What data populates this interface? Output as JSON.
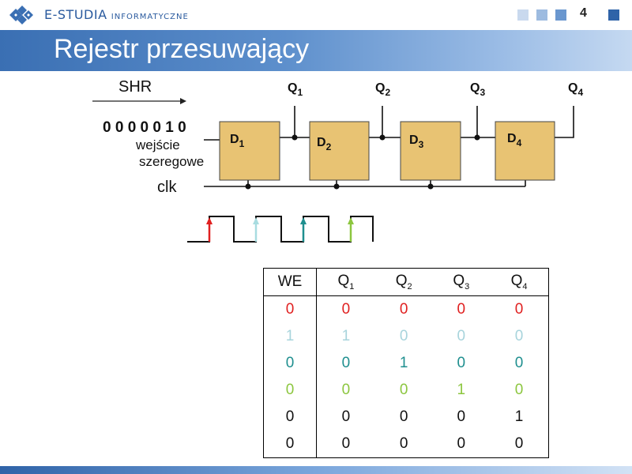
{
  "header": {
    "brand_main": "E-STUDIA",
    "brand_sub": "INFORMATYCZNE",
    "page_number": "4",
    "squares": [
      "#c9d9ee",
      "#9dbbe0",
      "#6a97cf",
      "#2f63a8"
    ]
  },
  "title": "Rejestr przesuwający",
  "diagram": {
    "shr_label": "SHR",
    "input_bits": "0 0 0 0 0 1 0",
    "input_label_1": "wejście",
    "input_label_2": "szeregowe",
    "clk_label": "clk",
    "flipflops": [
      {
        "name": "D",
        "index": "1"
      },
      {
        "name": "D",
        "index": "2"
      },
      {
        "name": "D",
        "index": "3"
      },
      {
        "name": "D",
        "index": "4"
      }
    ],
    "outputs": [
      {
        "name": "Q",
        "index": "1"
      },
      {
        "name": "Q",
        "index": "2"
      },
      {
        "name": "Q",
        "index": "3"
      },
      {
        "name": "Q",
        "index": "4"
      }
    ],
    "clock_arrow_colors": [
      "#e02020",
      "#a8dce0",
      "#1f8f8f",
      "#8cc63f"
    ]
  },
  "table": {
    "headers": [
      {
        "name": "WE",
        "index": ""
      },
      {
        "name": "Q",
        "index": "1"
      },
      {
        "name": "Q",
        "index": "2"
      },
      {
        "name": "Q",
        "index": "3"
      },
      {
        "name": "Q",
        "index": "4"
      }
    ],
    "rows": [
      {
        "color": "#e02020",
        "cells": [
          "0",
          "0",
          "0",
          "0",
          "0"
        ]
      },
      {
        "color": "#a8d4dc",
        "cells": [
          "1",
          "1",
          "0",
          "0",
          "0"
        ]
      },
      {
        "color": "#1f8f8f",
        "cells": [
          "0",
          "0",
          "1",
          "0",
          "0"
        ]
      },
      {
        "color": "#8cc63f",
        "cells": [
          "0",
          "0",
          "0",
          "1",
          "0"
        ]
      },
      {
        "color": "#111111",
        "cells": [
          "0",
          "0",
          "0",
          "0",
          "1"
        ]
      },
      {
        "color": "#111111",
        "cells": [
          "0",
          "0",
          "0",
          "0",
          "0"
        ]
      }
    ]
  }
}
